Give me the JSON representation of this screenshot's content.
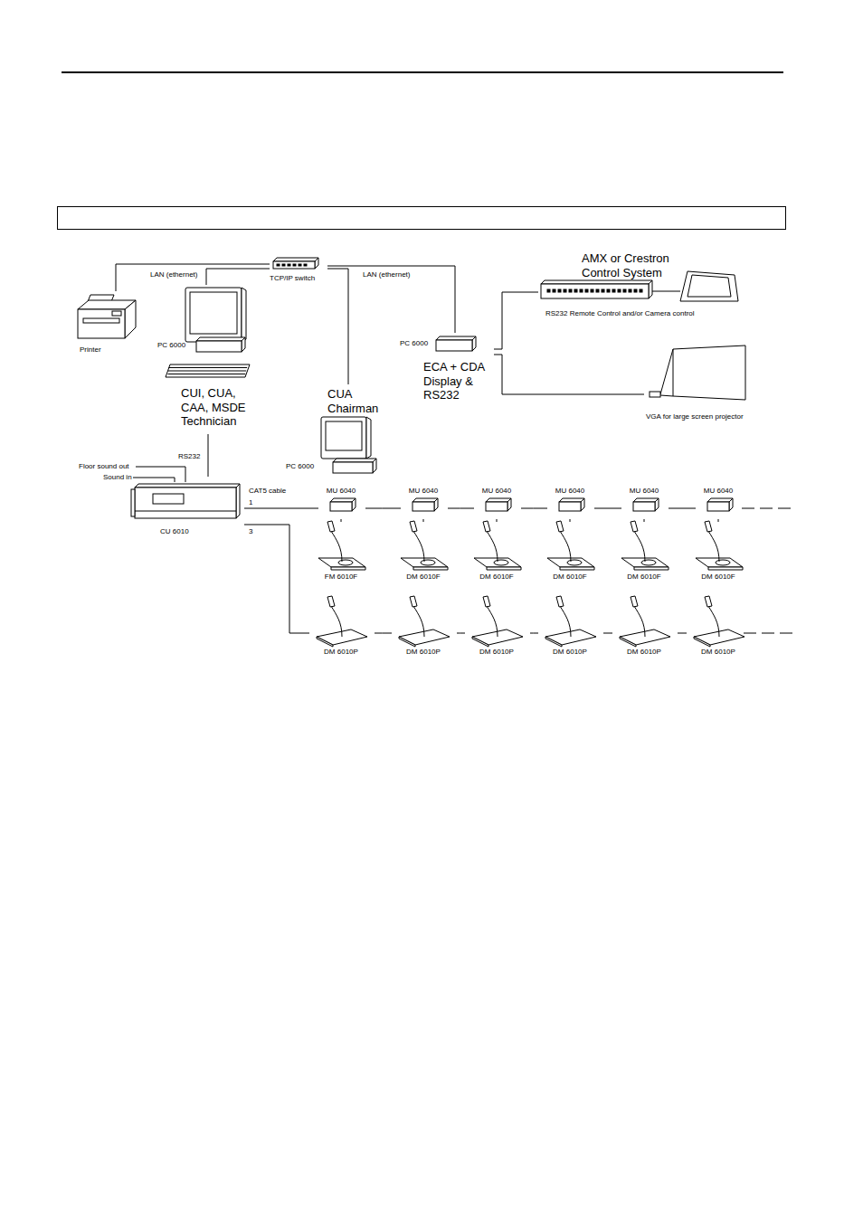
{
  "diagram": {
    "nodes": [
      {
        "text": [
          "TCP/IP switch"
        ]
      },
      {
        "text": [
          "Printer"
        ]
      },
      {
        "text": [
          "PC 6000",
          "CUI, CUA, CAA, MSDE Technician"
        ]
      },
      {
        "text": [
          "CUA Chairman",
          "PC 6000"
        ]
      },
      {
        "text": [
          "PC 6000",
          "ECA + CDA Display & RS232"
        ]
      },
      {
        "text": [
          "AMX or Crestron Control System",
          "RS232 Remote Control and/or Camera control"
        ]
      },
      {
        "text": [
          "VGA for large screen projector"
        ]
      },
      {
        "text": [
          "CU 6010"
        ]
      },
      {
        "text": [
          "MU 6040"
        ]
      },
      {
        "text": [
          "MU 6040"
        ]
      },
      {
        "text": [
          "MU 6040"
        ]
      },
      {
        "text": [
          "MU 6040"
        ]
      },
      {
        "text": [
          "MU 6040"
        ]
      },
      {
        "text": [
          "MU 6040"
        ]
      },
      {
        "text": [
          "FM 6010F"
        ]
      },
      {
        "text": [
          "DM 6010F"
        ]
      },
      {
        "text": [
          "DM 6010F"
        ]
      },
      {
        "text": [
          "DM 6010F"
        ]
      },
      {
        "text": [
          "DM 6010F"
        ]
      },
      {
        "text": [
          "DM 6010F"
        ]
      },
      {
        "text": [
          "DM 6010P"
        ]
      },
      {
        "text": [
          "DM 6010P"
        ]
      },
      {
        "text": [
          "DM 6010P"
        ]
      },
      {
        "text": [
          "DM 6010P"
        ]
      },
      {
        "text": [
          "DM 6010P"
        ]
      },
      {
        "text": [
          "DM 6010P"
        ]
      }
    ],
    "edges": [
      {
        "from": 0,
        "to": 1,
        "label": "LAN (ethernet)",
        "arrow": "none"
      },
      {
        "from": 0,
        "to": 2,
        "arrow": "none"
      },
      {
        "from": 0,
        "to": 3,
        "arrow": "none"
      },
      {
        "from": 0,
        "to": 4,
        "label": "LAN (ethernet)",
        "arrow": "none"
      },
      {
        "from": 4,
        "to": 5,
        "arrow": "none"
      },
      {
        "from": 4,
        "to": 6,
        "arrow": "none"
      },
      {
        "from": 2,
        "to": 7,
        "label": "RS232",
        "arrow": "none"
      },
      {
        "from": 7,
        "to": 8,
        "label": "CAT5 cable",
        "arrow": "none"
      },
      {
        "from": 7,
        "to": 20,
        "arrow": "none"
      },
      {
        "from": 8,
        "to": 9,
        "arrow": "none"
      },
      {
        "from": 9,
        "to": 10,
        "arrow": "none"
      },
      {
        "from": 10,
        "to": 11,
        "arrow": "none"
      },
      {
        "from": 11,
        "to": 12,
        "arrow": "none"
      },
      {
        "from": 12,
        "to": 13,
        "arrow": "none"
      },
      {
        "from": 8,
        "to": 14,
        "arrow": "none"
      },
      {
        "from": 9,
        "to": 15,
        "arrow": "none"
      },
      {
        "from": 10,
        "to": 16,
        "arrow": "none"
      },
      {
        "from": 11,
        "to": 17,
        "arrow": "none"
      },
      {
        "from": 12,
        "to": 18,
        "arrow": "none"
      },
      {
        "from": 13,
        "to": 19,
        "arrow": "none"
      },
      {
        "from": 20,
        "to": 21,
        "arrow": "none"
      },
      {
        "from": 21,
        "to": 22,
        "arrow": "none"
      },
      {
        "from": 22,
        "to": 23,
        "arrow": "none"
      },
      {
        "from": 23,
        "to": 24,
        "arrow": "none"
      },
      {
        "from": 24,
        "to": 25,
        "arrow": "none"
      }
    ],
    "labels": [
      "Floor sound out",
      "Sound in",
      "1",
      "3"
    ]
  }
}
